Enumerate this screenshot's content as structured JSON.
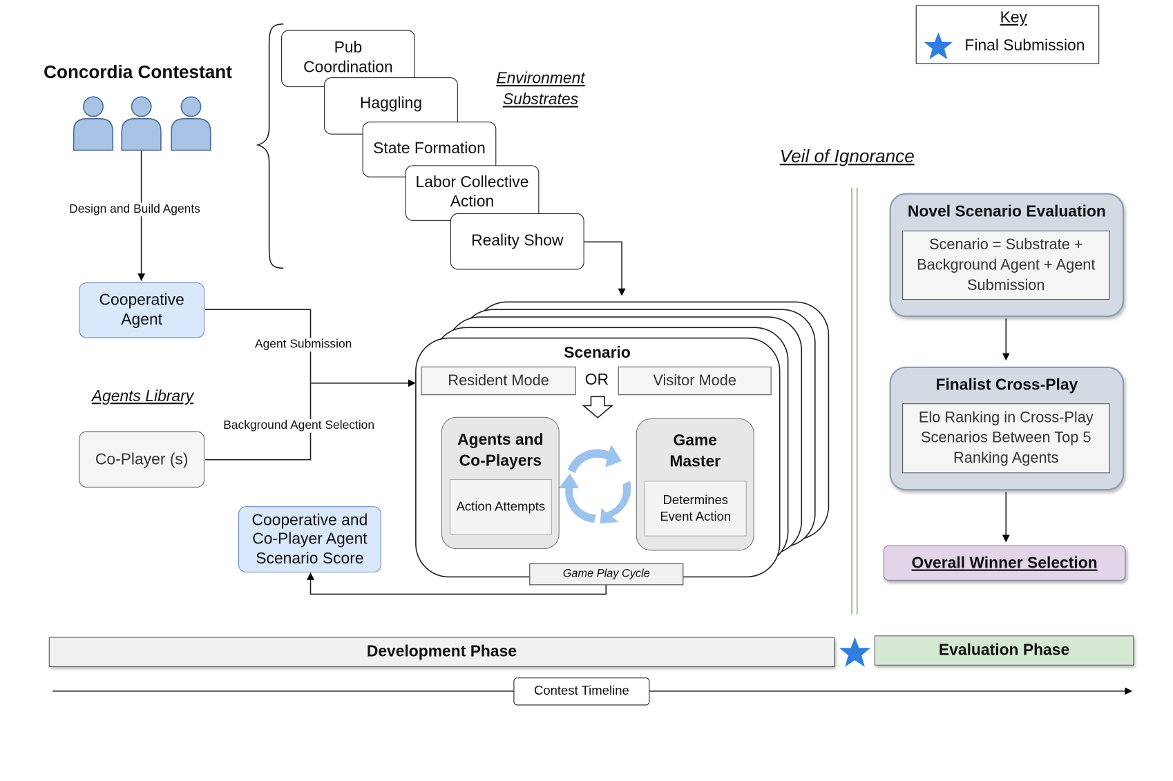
{
  "key": {
    "title": "Key",
    "item": "Final Submission"
  },
  "contestant": {
    "title": "Concordia Contestant",
    "design_label": "Design and Build Agents"
  },
  "environment": {
    "title_line1": "Environment",
    "title_line2": "Substrates",
    "substrates": [
      {
        "line1": "Pub",
        "line2": "Coordination"
      },
      {
        "line1": "Haggling",
        "line2": ""
      },
      {
        "line1": "State Formation",
        "line2": ""
      },
      {
        "line1": "Labor Collective",
        "line2": "Action"
      },
      {
        "line1": "Reality Show",
        "line2": ""
      }
    ]
  },
  "cooperative_agent": {
    "line1": "Cooperative",
    "line2": "Agent"
  },
  "agents_library": "Agents Library",
  "co_player": "Co-Player (s)",
  "agent_submission": "Agent Submission",
  "background_selection": "Background Agent Selection",
  "score_box": {
    "line1": "Cooperative and",
    "line2": "Co-Player Agent",
    "line3": "Scenario Score"
  },
  "scenario": {
    "title": "Scenario",
    "resident_mode": "Resident Mode",
    "or": "OR",
    "visitor_mode": "Visitor Mode",
    "agents": {
      "line1": "Agents and",
      "line2": "Co-Players",
      "inner": "Action Attempts"
    },
    "game_master": {
      "line1": "Game",
      "line2": "Master",
      "inner_line1": "Determines",
      "inner_line2": "Event Action"
    },
    "cycle_label": "Game Play Cycle"
  },
  "veil": "Veil of Ignorance",
  "novel": {
    "title": "Novel Scenario Evaluation",
    "line1": "Scenario = Substrate +",
    "line2": "Background Agent + Agent",
    "line3": "Submission"
  },
  "finalist": {
    "title": "Finalist Cross-Play",
    "line1": "Elo Ranking in Cross-Play",
    "line2": "Scenarios Between Top 5",
    "line3": "Ranking Agents"
  },
  "winner": "Overall Winner Selection",
  "development_phase": "Development Phase",
  "evaluation_phase": "Evaluation Phase",
  "timeline": "Contest Timeline",
  "colors": {
    "blue_fill": "#dae8fc",
    "blue_stroke": "#6c8ebf",
    "panel_fill": "#d3dae4",
    "winner_fill": "#e1d5e7",
    "eval_fill": "#d5e8d4",
    "star": "#2f7fe0",
    "cycle_arrows": "#9cc3ee",
    "veil_line": "#a9c99a"
  }
}
